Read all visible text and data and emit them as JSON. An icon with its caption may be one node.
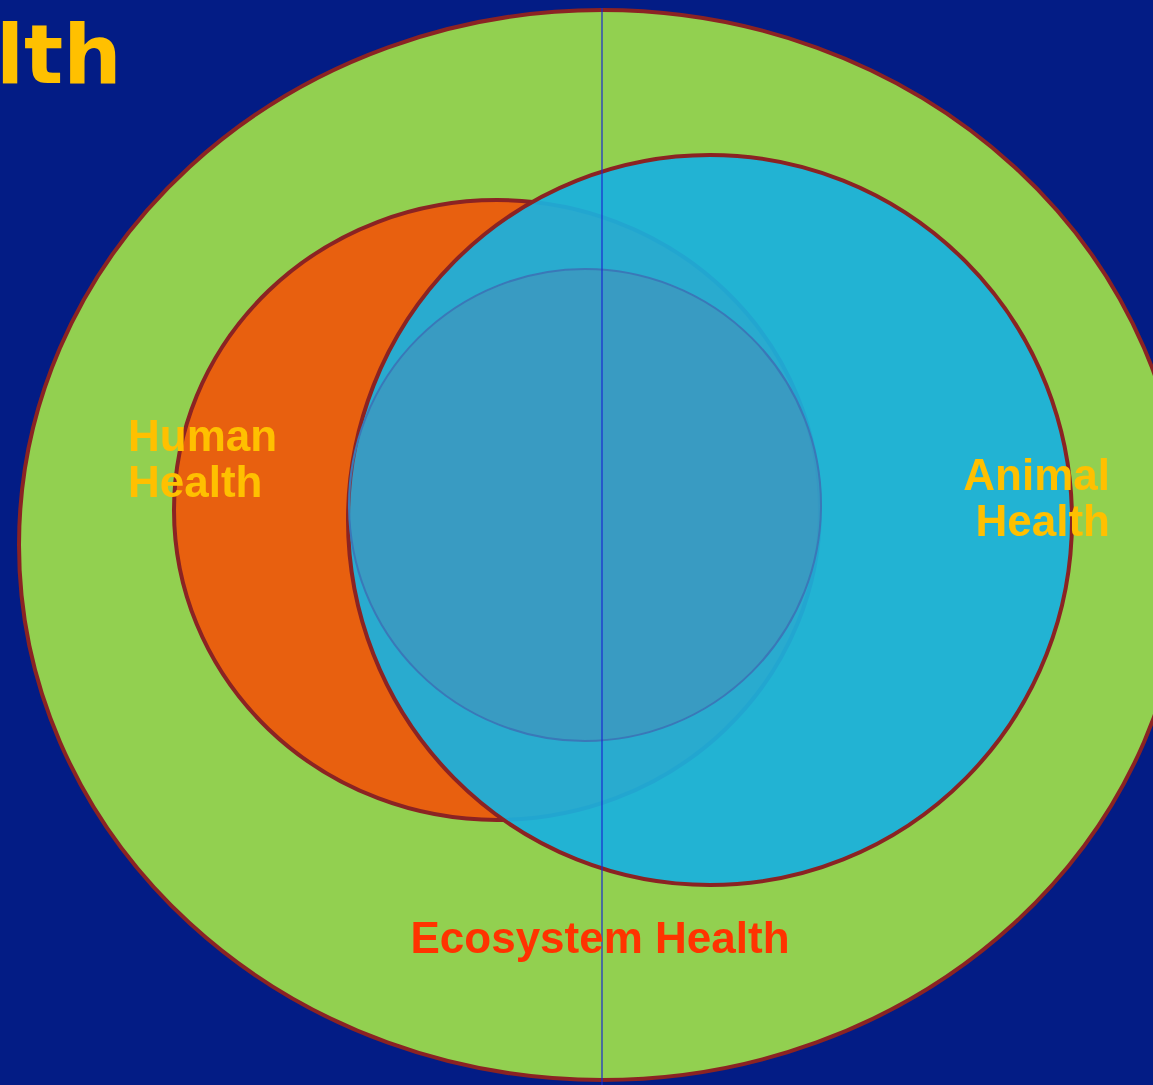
{
  "diagram": {
    "title": "lth",
    "nodes": [
      {
        "text": [
          "Ecosystem Health"
        ]
      },
      {
        "text": [
          "Human Health"
        ],
        "in": 0
      },
      {
        "text": [
          "Animal Health"
        ],
        "in": 0
      },
      {
        "text": [],
        "shape": "circle"
      }
    ]
  }
}
